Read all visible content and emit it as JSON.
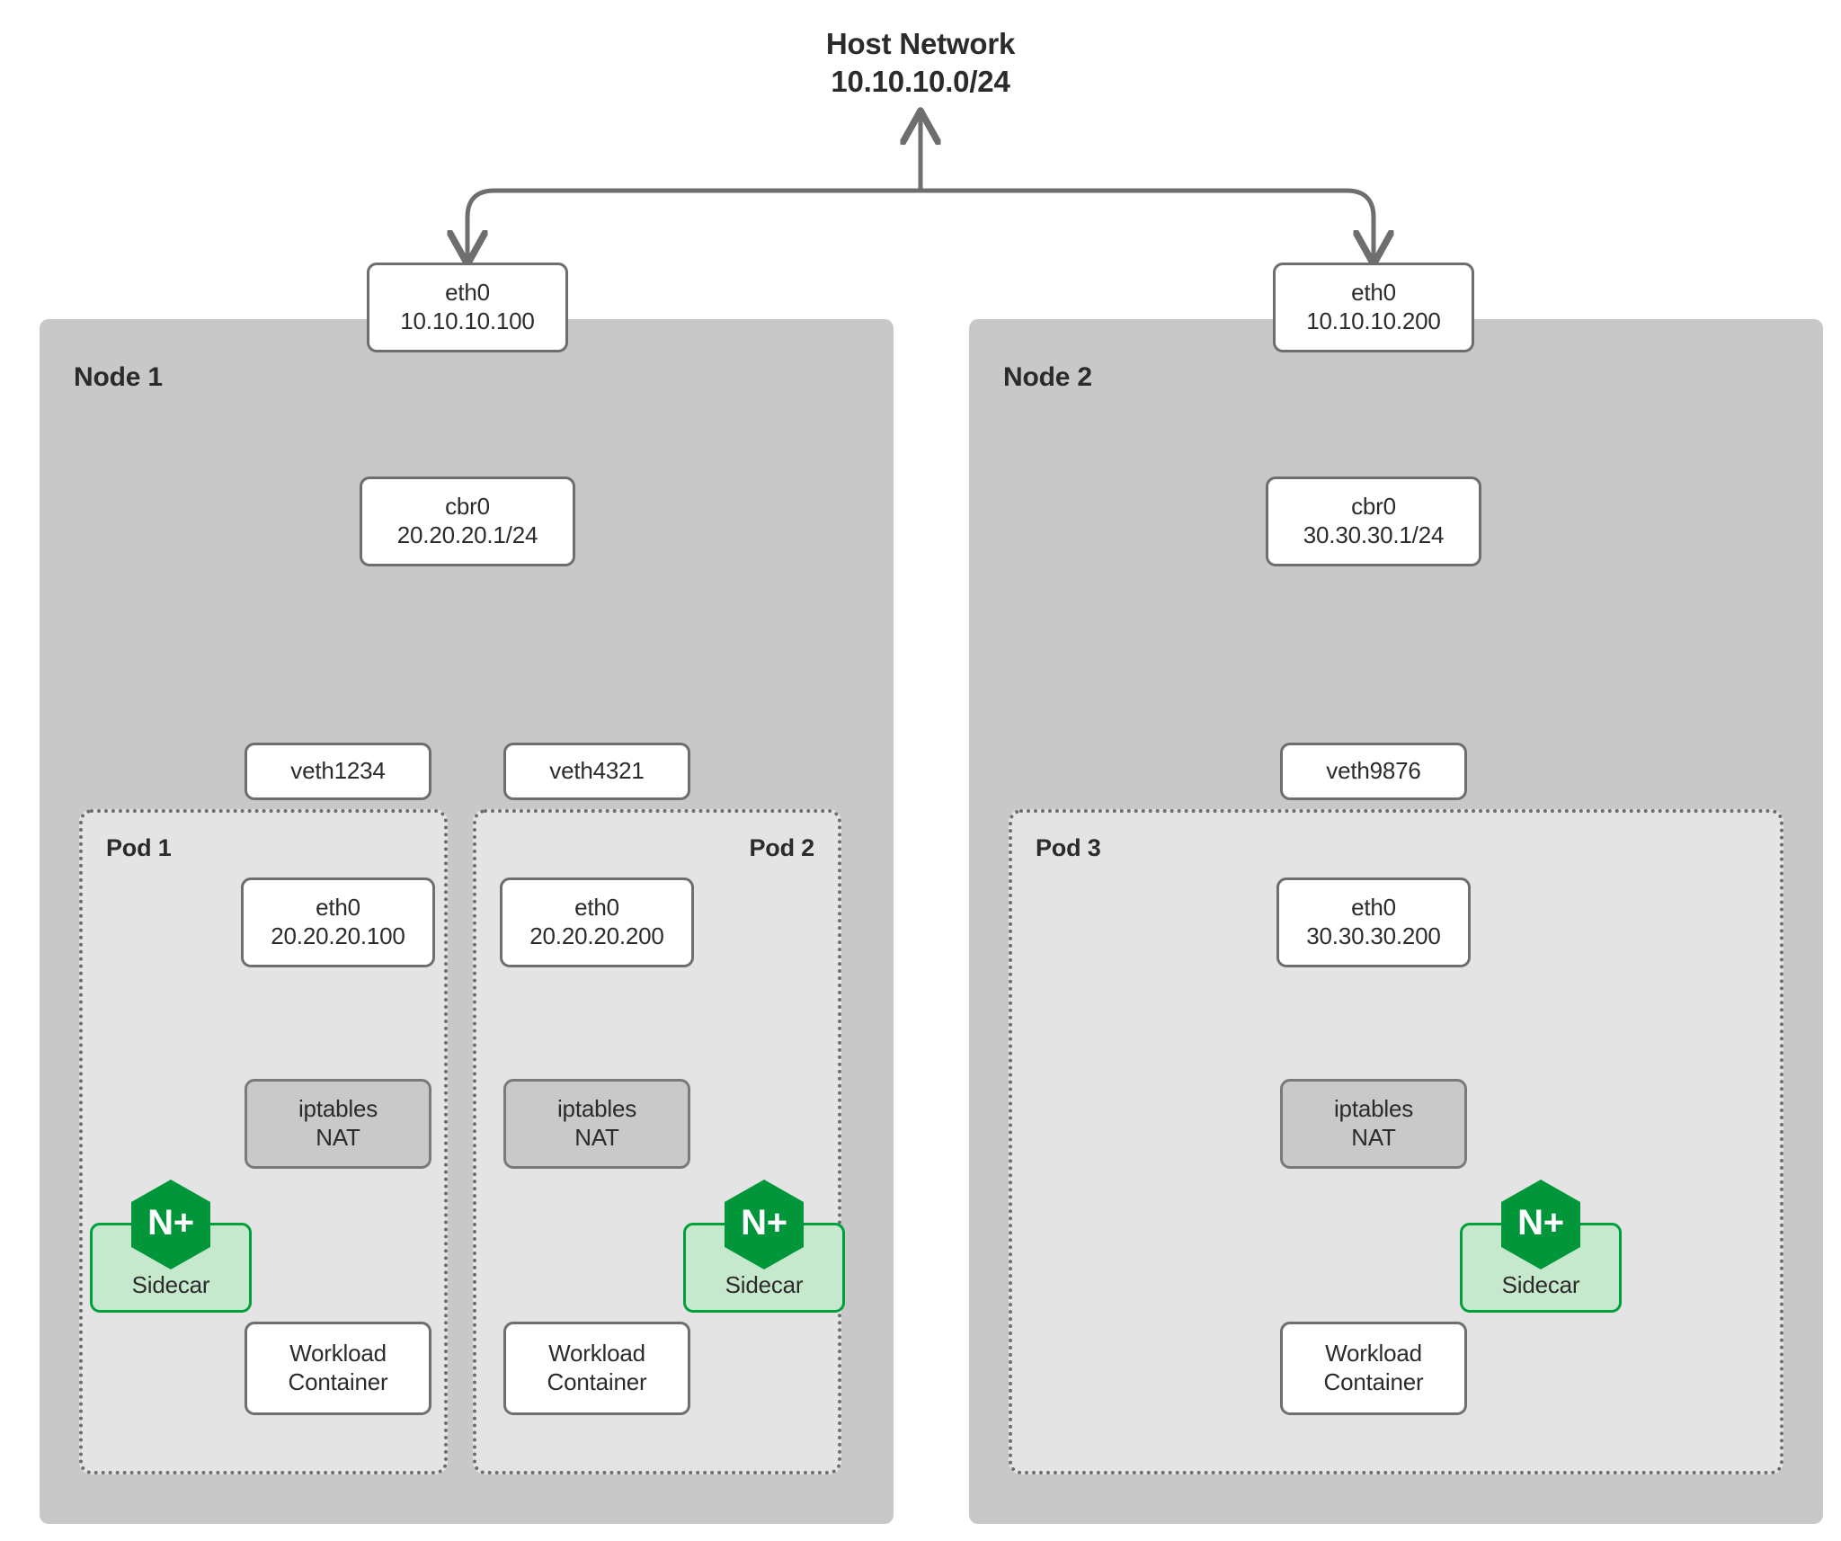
{
  "title": {
    "line1": "Host Network",
    "line2": "10.10.10.0/24"
  },
  "colors": {
    "node_fill": "#c8c8c8",
    "pod_fill": "#e4e4e4",
    "box_fill": "#ffffff",
    "box_stroke": "#6e6e6e",
    "nat_fill": "#c9c9c9",
    "sidecar_fill": "#c6e9ce",
    "sidecar_stroke": "#00a03c",
    "nginx_green": "#009639",
    "text": "#2b2b2b",
    "arrow": "#6e6e6e"
  },
  "nodes": [
    {
      "label": "Node 1",
      "eth0": {
        "name": "eth0",
        "ip": "10.10.10.100"
      },
      "bridge": {
        "name": "cbr0",
        "ip": "20.20.20.1/24"
      },
      "veths": [
        "veth1234",
        "veth4321"
      ],
      "pods": [
        {
          "label": "Pod 1",
          "eth0": {
            "name": "eth0",
            "ip": "20.20.20.100"
          },
          "nat": {
            "line1": "iptables",
            "line2": "NAT"
          },
          "sidecar": {
            "label": "Sidecar",
            "logo": "N+"
          },
          "workload": {
            "line1": "Workload",
            "line2": "Container"
          }
        },
        {
          "label": "Pod 2",
          "eth0": {
            "name": "eth0",
            "ip": "20.20.20.200"
          },
          "nat": {
            "line1": "iptables",
            "line2": "NAT"
          },
          "sidecar": {
            "label": "Sidecar",
            "logo": "N+"
          },
          "workload": {
            "line1": "Workload",
            "line2": "Container"
          }
        }
      ]
    },
    {
      "label": "Node 2",
      "eth0": {
        "name": "eth0",
        "ip": "10.10.10.200"
      },
      "bridge": {
        "name": "cbr0",
        "ip": "30.30.30.1/24"
      },
      "veths": [
        "veth9876"
      ],
      "pods": [
        {
          "label": "Pod 3",
          "eth0": {
            "name": "eth0",
            "ip": "30.30.30.200"
          },
          "nat": {
            "line1": "iptables",
            "line2": "NAT"
          },
          "sidecar": {
            "label": "Sidecar",
            "logo": "N+"
          },
          "workload": {
            "line1": "Workload",
            "line2": "Container"
          }
        }
      ]
    }
  ]
}
